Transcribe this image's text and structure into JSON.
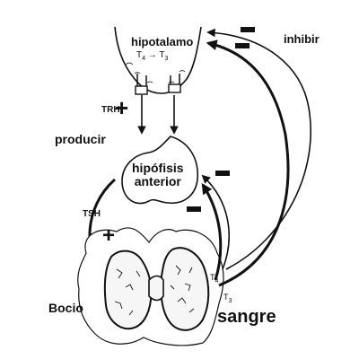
{
  "labels": {
    "hypothalamus": "hipotalamo",
    "conversion_left": "T",
    "conversion_left_sub": "4",
    "conversion_arrow": "→",
    "conversion_right": "T",
    "conversion_right_sub": "3",
    "trh": "TRH",
    "produce": "producir",
    "pituitary_line1": "hipófisis",
    "pituitary_line2": "anterior",
    "tsh": "TSH",
    "goiter": "Bocio",
    "t4_blood": "T",
    "t4_blood_sub": "4",
    "t3_blood": "T",
    "t3_blood_sub": "3",
    "blood": "sangre",
    "inhibit": "inhibir"
  },
  "signs": {
    "plus": "+",
    "minus": "−"
  },
  "colors": {
    "ink": "#111111",
    "background": "#ffffff"
  }
}
